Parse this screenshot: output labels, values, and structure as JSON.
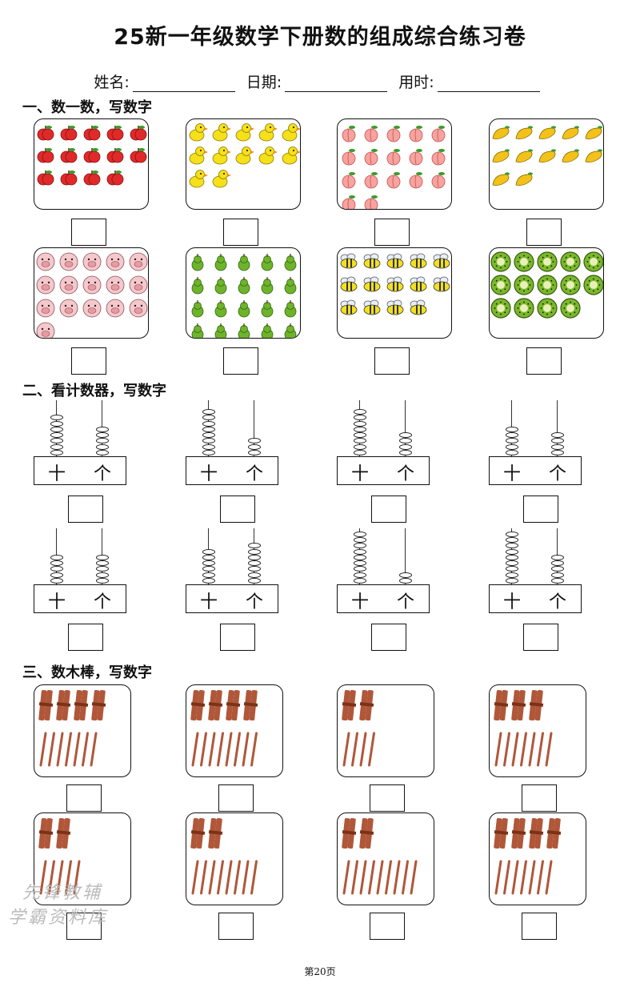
{
  "title": "25新一年级数学下册数的组成综合练习卷",
  "info": {
    "name_label": "姓名:",
    "date_label": "日期:",
    "time_label": "用时:"
  },
  "sections": [
    {
      "label": "一、数一数，写数字"
    },
    {
      "label": "二、看计数器，写数字"
    },
    {
      "label": "三、数木棒，写数字"
    }
  ],
  "counting": [
    {
      "item": "apple",
      "count": 14
    },
    {
      "item": "chick",
      "count": 12
    },
    {
      "item": "peach",
      "count": 17
    },
    {
      "item": "mango",
      "count": 12
    },
    {
      "item": "pig",
      "count": 16
    },
    {
      "item": "pear",
      "count": 20
    },
    {
      "item": "bee",
      "count": 14
    },
    {
      "item": "kiwi",
      "count": 14
    }
  ],
  "abacus_labels": {
    "tens": "十",
    "ones": "个"
  },
  "abacus": [
    {
      "tens": 7,
      "ones": 5
    },
    {
      "tens": 8,
      "ones": 3
    },
    {
      "tens": 8,
      "ones": 4
    },
    {
      "tens": 5,
      "ones": 4
    },
    {
      "tens": 5,
      "ones": 5
    },
    {
      "tens": 6,
      "ones": 7
    },
    {
      "tens": 9,
      "ones": 2
    },
    {
      "tens": 9,
      "ones": 5
    }
  ],
  "sticks": [
    {
      "bundles": 4,
      "singles": 7
    },
    {
      "bundles": 4,
      "singles": 8
    },
    {
      "bundles": 2,
      "singles": 4
    },
    {
      "bundles": 3,
      "singles": 7
    },
    {
      "bundles": 2,
      "singles": 5
    },
    {
      "bundles": 2,
      "singles": 8
    },
    {
      "bundles": 2,
      "singles": 9
    },
    {
      "bundles": 4,
      "singles": 7
    }
  ],
  "watermark": {
    "line1": "先锋教辅",
    "line2": "学霸资料库"
  },
  "footer": "第20页"
}
